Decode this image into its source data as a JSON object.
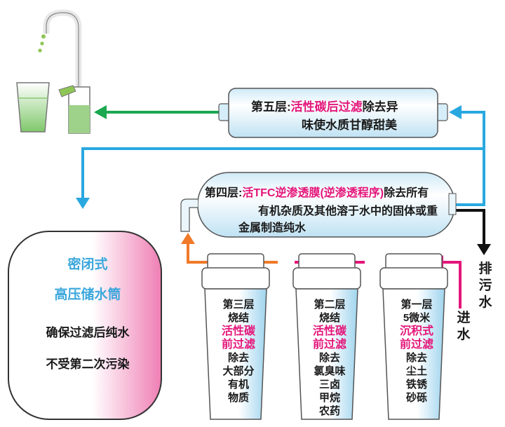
{
  "stage5": {
    "prefix": "第五层:",
    "name": "活性碳后过滤",
    "desc1": "除去异",
    "desc2": "味使水质甘醇甜美"
  },
  "stage4": {
    "prefix": "第四层:",
    "name": "活TFC逆渗透膜(逆渗透程序)",
    "desc1": "除去所有",
    "desc2": "有机杂质及其他溶于水中的固体或重",
    "desc3": "金属制造纯水"
  },
  "filters": [
    {
      "layer": "第三层",
      "type": "烧结",
      "filter1": "活性碳",
      "filter2": "前过滤",
      "removes": [
        "除去",
        "大部分",
        "有机",
        "物质"
      ]
    },
    {
      "layer": "第二层",
      "type": "烧结",
      "filter1": "活性碳",
      "filter2": "前过滤",
      "removes": [
        "除去",
        "氯臭味",
        "三卤",
        "甲烷",
        "农药"
      ]
    },
    {
      "layer": "第一层",
      "type": "5微米",
      "filter1": "沉积式",
      "filter2": "前过滤",
      "removes": [
        "除去",
        "尘土",
        "铁锈",
        "砂砾"
      ]
    }
  ],
  "tank": {
    "line1": "密闭式",
    "line2": "高压储水筒",
    "line3": "确保过滤后纯水",
    "line4": "不受第二次污染"
  },
  "labels": {
    "drain": "排污水",
    "inlet": "进水"
  },
  "colors": {
    "blue_flow": "#29a8e0",
    "green_flow": "#1aa850",
    "orange_flow": "#f07a2a",
    "pink_flow": "#e4157a",
    "drain_flow": "#111111"
  }
}
